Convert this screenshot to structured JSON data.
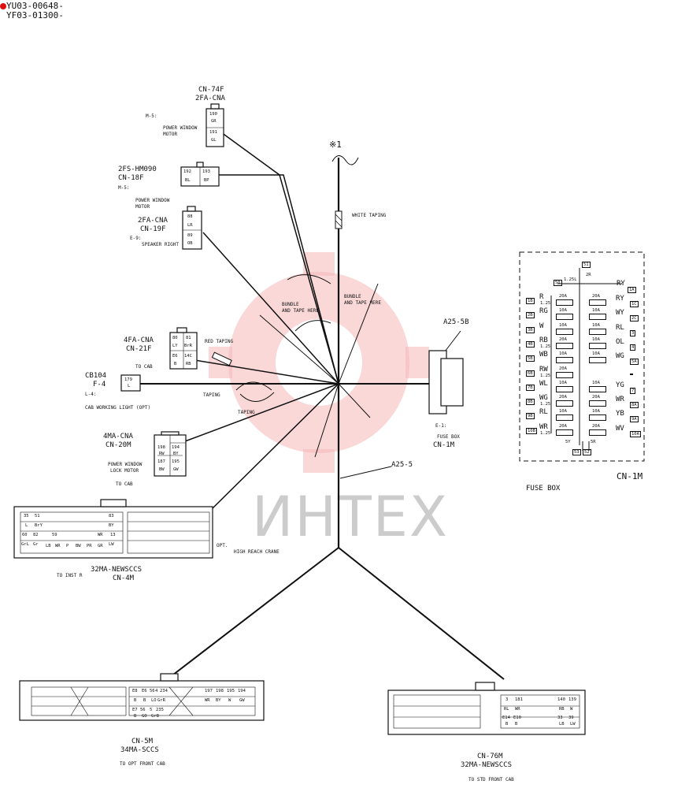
{
  "header": {
    "line1": "YU03-00648-",
    "line2": "YF03-01300-"
  },
  "watermark": "ИНТЕХ",
  "mark": "※1",
  "connectors": {
    "cn74f": {
      "name": "CN-74F",
      "type": "2FA-CNA",
      "code": "M-5:",
      "desc1": "POWER WINDOW",
      "desc2": "MOTOR",
      "pins": [
        "190",
        "GR",
        "191",
        "GL"
      ]
    },
    "cn18f": {
      "type": "2FS-HM090",
      "name": "CN-18F",
      "code": "M-5:",
      "desc1": "POWER WINDOW",
      "desc2": "MOTOR",
      "pins": [
        "192",
        "193",
        "BL",
        "BP"
      ]
    },
    "cn19f": {
      "type": "2FA-CNA",
      "name": "CN-19F",
      "code": "E-9:",
      "desc1": "SPEAKER RIGHT",
      "pins": [
        "88",
        "LR",
        "89",
        "OB"
      ]
    },
    "cn21f": {
      "type": "4FA-CNA",
      "name": "CN-21F",
      "desc1": "TO CAB",
      "pins": [
        "80",
        "81",
        "LY",
        "BrR",
        "E6",
        "14C",
        "B",
        "RB"
      ]
    },
    "cb104": {
      "name": "CB104",
      "type": "F-4",
      "code": "L-4:",
      "desc1": "CAB WORKING LIGHT (OPT)",
      "pins": [
        "179",
        "L"
      ]
    },
    "cn20m": {
      "type": "4MA-CNA",
      "name": "CN-20M",
      "desc1": "POWER WINDOW",
      "desc2": "LOCK MOTOR",
      "desc3": "TO CAB",
      "pins": [
        "198",
        "194",
        "RW",
        "BY",
        "187",
        "195",
        "BW",
        "GW"
      ]
    },
    "cn4m": {
      "type": "32MA-NEWSCCS",
      "name": "CN-4M",
      "desc1": "TO INST R",
      "pins": [
        "35",
        "51",
        "L",
        "BrY",
        "60",
        "82",
        "GrL",
        "Gr",
        "59",
        "LB",
        "WR",
        "P",
        "BW",
        "PR",
        "GR",
        "83",
        "BY",
        "13",
        "LW",
        "WR"
      ]
    },
    "cn5m": {
      "name": "CN-5M",
      "type": "34MA-SCCS",
      "desc1": "TO OPT FRONT CAB",
      "pins": [
        "E8",
        "E6",
        "56",
        "4",
        "234",
        "B",
        "B",
        "LO",
        "GrR",
        "E7",
        "56",
        "5",
        "235",
        "B",
        "GO",
        "GrB",
        "197",
        "198",
        "195",
        "194",
        "WR",
        "BY",
        "W",
        "GW"
      ]
    },
    "cn76m": {
      "name": "CN-76M",
      "type": "32MA-NEWSCCS",
      "desc1": "TO STD FRONT CAB",
      "pins": [
        "3",
        "181",
        "RL",
        "WR",
        "E14",
        "E10",
        "B",
        "B",
        "140",
        "139",
        "RB",
        "W",
        "33",
        "39",
        "LB",
        "LW"
      ]
    },
    "cn1m": {
      "code": "E-1:",
      "desc1": "FUSE BOX",
      "name": "CN-1M"
    }
  },
  "labels": {
    "white_taping": "WHITE TAPING",
    "bundle1_a": "BUNDLE",
    "bundle1_b": "AND TAPE HERE",
    "bundle2_a": "BUNDLE",
    "bundle2_b": "AND TAPE HERE",
    "red_taping": "RED TAPING",
    "taping1": "TAPING",
    "taping2": "TAPING",
    "a25_5b": "A25-5B",
    "a25_5": "A25-5",
    "opt": "OPT.",
    "high_reach": "HIGH REACH CRANE"
  },
  "fuse_box": {
    "title": "FUSE BOX",
    "name": "CN-1M",
    "top_pin": "51",
    "top_wire": "1.25L",
    "top_col": "2R",
    "ry_label": "RY",
    "ry_pin": "1A",
    "left_pin_top": "50",
    "rows": [
      {
        "lpin": "1B",
        "lwire": "R",
        "lsize": "1.25",
        "lamp": "20A",
        "ramp": "20A",
        "rwire": "RY",
        "rpin": "1C"
      },
      {
        "lpin": "2B",
        "lwire": "RG",
        "lsize": "",
        "lamp": "10A",
        "ramp": "10A",
        "rwire": "WY",
        "rpin": "2C"
      },
      {
        "lpin": "3B",
        "lwire": "W",
        "lsize": "",
        "lamp": "10A",
        "ramp": "10A",
        "rwire": "RL",
        "rpin": "3"
      },
      {
        "lpin": "4B",
        "lwire": "RB",
        "lsize": "1.25",
        "lamp": "20A",
        "ramp": "10A",
        "rwire": "OL",
        "rpin": "4"
      },
      {
        "lpin": "5B",
        "lwire": "WB",
        "lsize": "",
        "lamp": "10A",
        "ramp": "10A",
        "rwire": "WG",
        "rpin": "5A"
      },
      {
        "lpin": "6B",
        "lwire": "RW",
        "lsize": "1.25",
        "lamp": "20A",
        "ramp": "",
        "rwire": "",
        "rpin": ""
      },
      {
        "lpin": "7B",
        "lwire": "WL",
        "lsize": "",
        "lamp": "10A",
        "ramp": "10A",
        "rwire": "YG",
        "rpin": "7"
      },
      {
        "lpin": "8B",
        "lwire": "WG",
        "lsize": "1.25",
        "lamp": "20A",
        "ramp": "20A",
        "rwire": "WR",
        "rpin": "8A"
      },
      {
        "lpin": "9B",
        "lwire": "RL",
        "lsize": "",
        "lamp": "10A",
        "ramp": "10A",
        "rwire": "YB",
        "rpin": "9A"
      },
      {
        "lpin": "10B",
        "lwire": "WR",
        "lsize": "1.25",
        "lamp": "20A",
        "ramp": "20A",
        "rwire": "WV",
        "rpin": "10A"
      }
    ],
    "bottom_left_wire": "5Y",
    "bottom_right_wire": "5R",
    "bottom_left_pin": "53",
    "bottom_right_pin": "52"
  }
}
